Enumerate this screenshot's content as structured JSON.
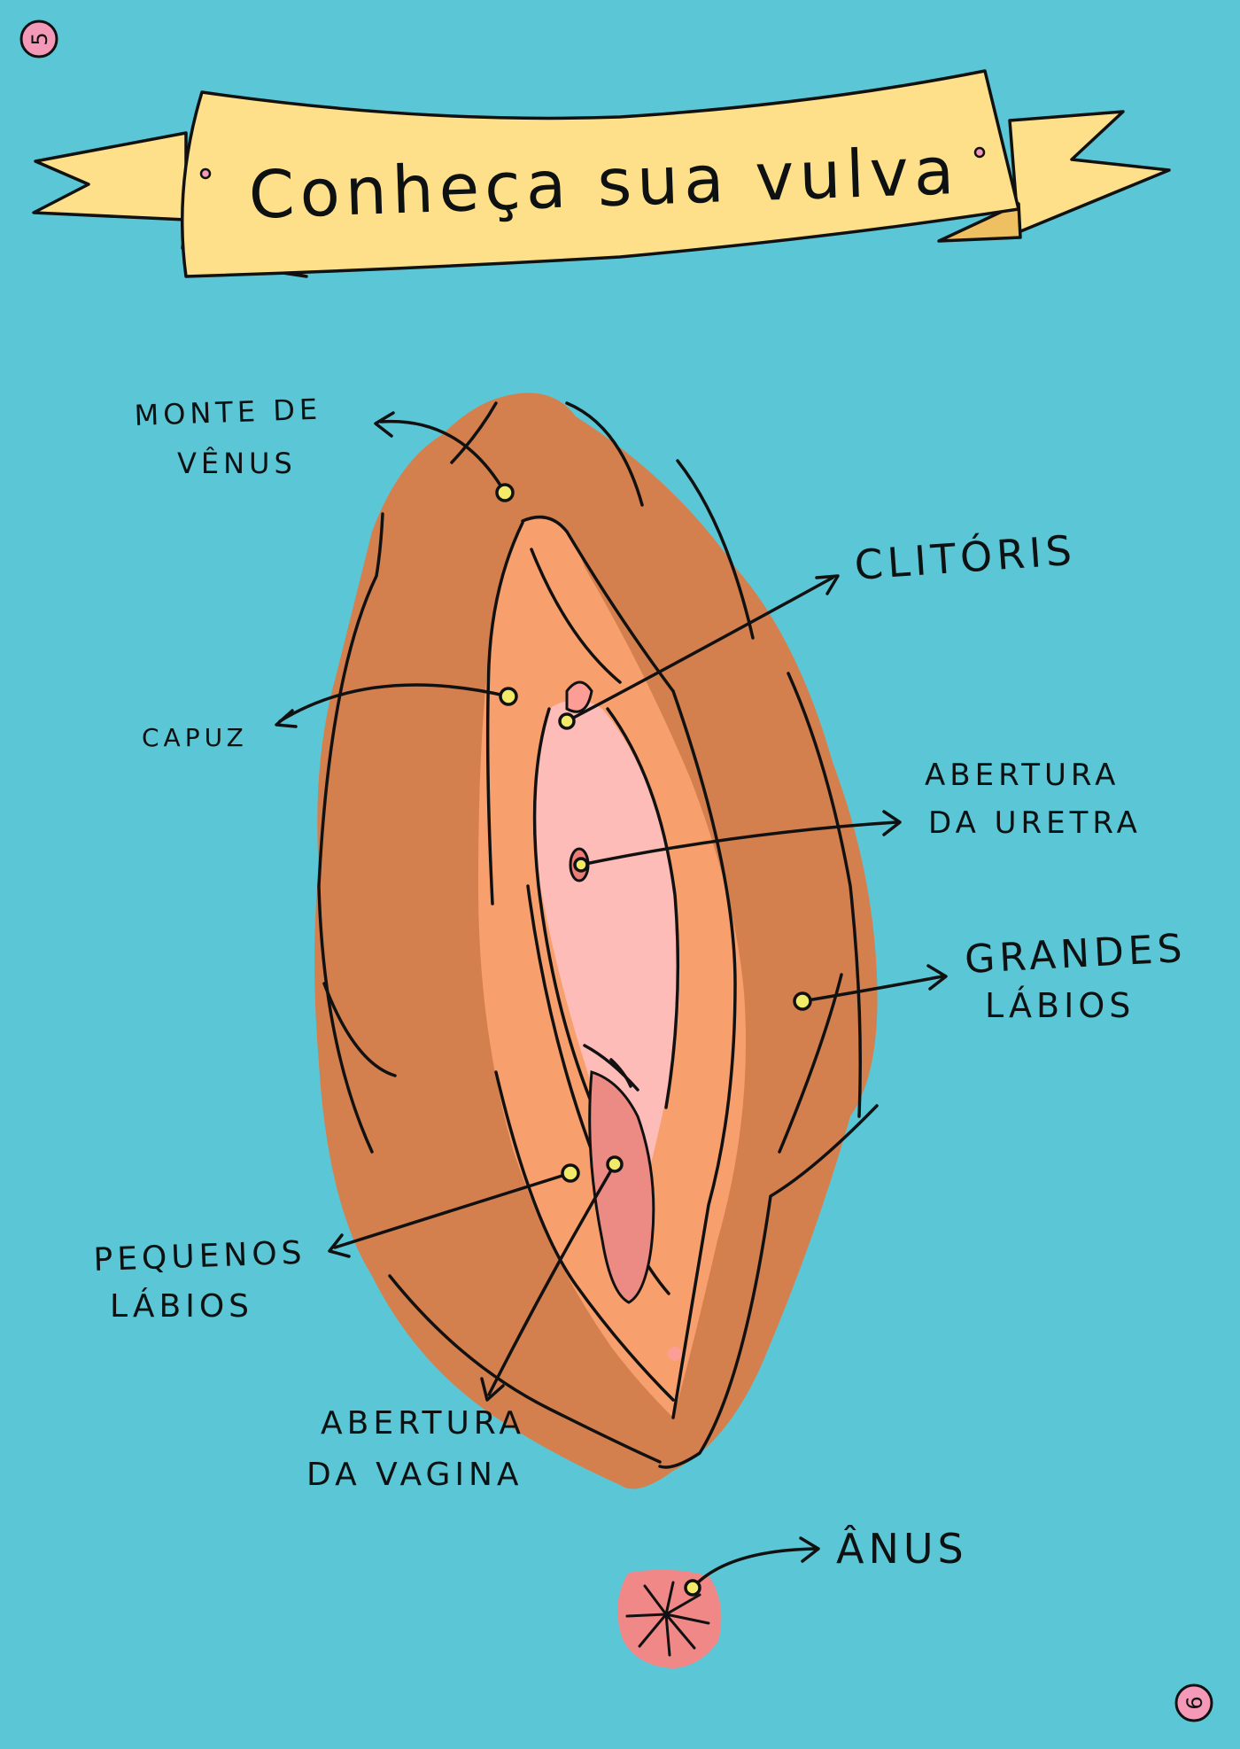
{
  "page": {
    "title": "Conheça sua vulva",
    "page_left_number": "5",
    "page_right_number": "6"
  },
  "labels": {
    "monte_line1": "MONTE DE",
    "monte_line2": "VÊNUS",
    "clitoris": "CLITÓRIS",
    "capuz": "CAPUZ",
    "uretra_line1": "ABERTURA",
    "uretra_line2": "DA URETRA",
    "grandes_line1": "GRANDES",
    "grandes_line2": "LÁBIOS",
    "pequenos_line1": "PEQUENOS",
    "pequenos_line2": "LÁBIOS",
    "vagina_line1": "ABERTURA",
    "vagina_line2": "DA VAGINA",
    "anus": "ÂNUS"
  },
  "colors": {
    "background": "#5bc7d6",
    "banner": "#fee08a",
    "banner_fold": "#efc062",
    "outer_skin": "#d4804e",
    "inner_labia": "#f8a06d",
    "vestibule": "#fdbcb7",
    "vaginal_opening": "#ec8a84",
    "anus": "#f08888",
    "marker_dot": "#f4ea6a",
    "page_badge": "#f49ab8"
  }
}
